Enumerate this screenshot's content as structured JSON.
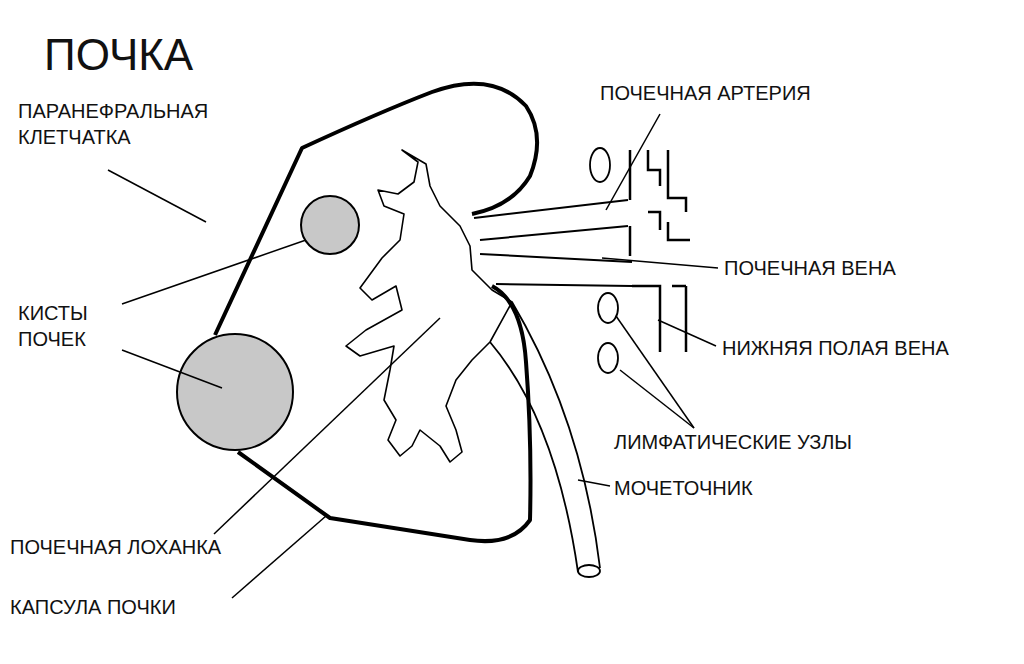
{
  "diagram": {
    "title": "ПОЧКА",
    "labels": [
      "ПАРАНЕФРАЛЬНАЯ КЛЕТЧАТКА",
      "КИСТЫ ПОЧЕК",
      "ПОЧЕЧНАЯ ЛОХАНКА",
      "КАПСУЛА ПОЧКИ",
      "ПОЧЕЧНАЯ АРТЕРИЯ",
      "ПОЧЕЧНАЯ ВЕНА",
      "НИЖНЯЯ ПОЛАЯ ВЕНА",
      "ЛИМФАТИЧЕСКИЕ УЗЛЫ",
      "МОЧЕТОЧНИК"
    ]
  }
}
